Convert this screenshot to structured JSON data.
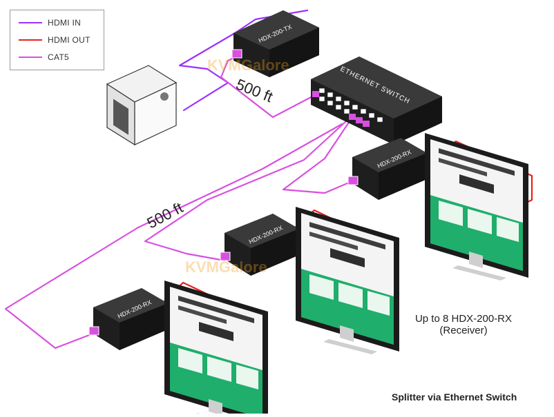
{
  "legend": {
    "items": [
      {
        "label": "HDMI IN",
        "color": "#9b30ff"
      },
      {
        "label": "HDMI OUT",
        "color": "#e8201a"
      },
      {
        "label": "CAT5",
        "color": "#d94fe0"
      }
    ]
  },
  "devices": {
    "tx_label": "HDX-200-TX",
    "switch_label": "ETHERNET SWITCH",
    "rx_label": "HDX-200-RX"
  },
  "distances": {
    "top": "500 ft",
    "middle": "500 ft"
  },
  "watermark": "KVMGalore",
  "caption": {
    "line1": "Up to 8 HDX-200-RX",
    "line2": "(Receiver)"
  },
  "footer": "Splitter via Ethernet Switch",
  "colors": {
    "device_body": "#2b2b2b",
    "screen_green": "#1fae6b",
    "cat5": "#d94fe0",
    "hdmi_out": "#e8201a",
    "hdmi_in": "#9b30ff"
  }
}
